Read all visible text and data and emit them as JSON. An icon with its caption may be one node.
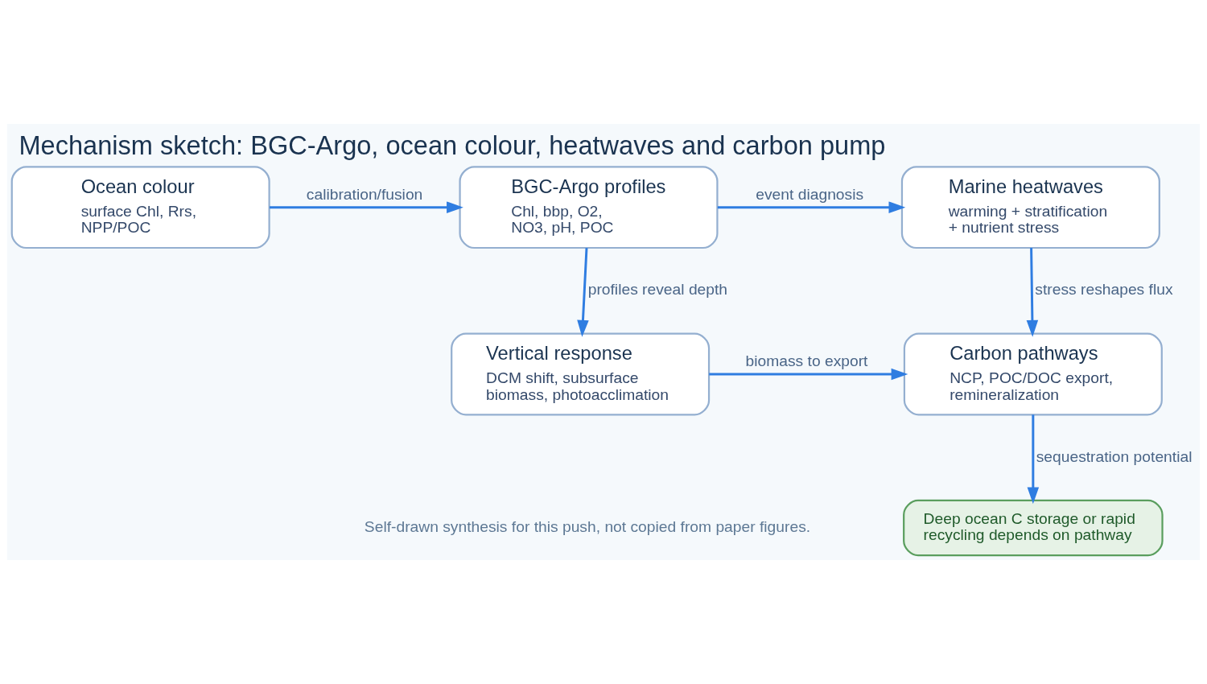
{
  "diagram": {
    "title": "Mechanism sketch: BGC-Argo, ocean colour, heatwaves and carbon pump",
    "caption": "Self-drawn synthesis for this push, not copied from paper figures.",
    "nodes": [
      {
        "text": [
          "Ocean colour",
          "surface Chl, Rrs, NPP/POC"
        ]
      },
      {
        "text": [
          "BGC-Argo profiles",
          "Chl, bbp, O2, NO3, pH, POC"
        ]
      },
      {
        "text": [
          "Marine heatwaves",
          "warming + stratification + nutrient stress"
        ]
      },
      {
        "text": [
          "Vertical response",
          "DCM shift, subsurface biomass, photoacclimation"
        ]
      },
      {
        "text": [
          "Carbon pathways",
          "NCP, POC/DOC export, remineralization"
        ]
      },
      {
        "text": [
          "Deep ocean C storage or rapid recycling depends on pathway"
        ]
      }
    ],
    "edges": [
      {
        "from": 0,
        "to": 1,
        "arrow": "to",
        "label": "calibration/fusion"
      },
      {
        "from": 1,
        "to": 2,
        "arrow": "to",
        "label": "event diagnosis"
      },
      {
        "from": 1,
        "to": 3,
        "arrow": "to",
        "label": "profiles reveal depth"
      },
      {
        "from": 2,
        "to": 4,
        "arrow": "to",
        "label": "stress reshapes flux"
      },
      {
        "from": 3,
        "to": 4,
        "arrow": "to",
        "label": "biomass to export"
      },
      {
        "from": 4,
        "to": 5,
        "arrow": "to",
        "label": "sequestration potential"
      }
    ]
  }
}
